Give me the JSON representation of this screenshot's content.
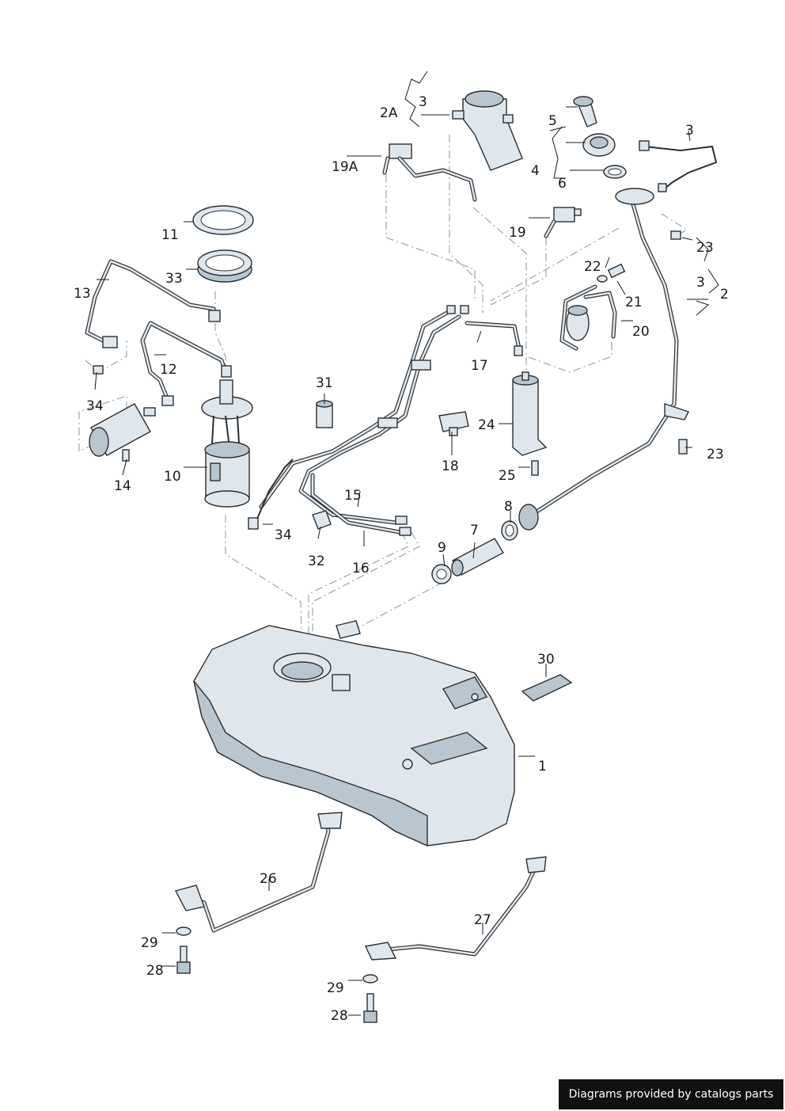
{
  "labels": {
    "l1": "1",
    "l2": "2",
    "l2A": "2A",
    "l3a": "3",
    "l3b": "3",
    "l3c": "3",
    "l4": "4",
    "l5": "5",
    "l6": "6",
    "l7": "7",
    "l8": "8",
    "l9": "9",
    "l10": "10",
    "l11": "11",
    "l12": "12",
    "l13": "13",
    "l14": "14",
    "l15": "15",
    "l16": "16",
    "l17": "17",
    "l18": "18",
    "l19": "19",
    "l19A": "19A",
    "l20": "20",
    "l21": "21",
    "l22": "22",
    "l23a": "23",
    "l23b": "23",
    "l24": "24",
    "l25": "25",
    "l26": "26",
    "l27": "27",
    "l28a": "28",
    "l28b": "28",
    "l29a": "29",
    "l29b": "29",
    "l30": "30",
    "l31": "31",
    "l32": "32",
    "l33": "33",
    "l34a": "34",
    "l34b": "34"
  },
  "footer": {
    "text": "Diagrams provided by catalogs parts"
  },
  "colors": {
    "part_fill": "#dfe6ec",
    "part_shade": "#b9c6d0",
    "outline": "#2a2f33",
    "footer_bg": "#111111"
  }
}
